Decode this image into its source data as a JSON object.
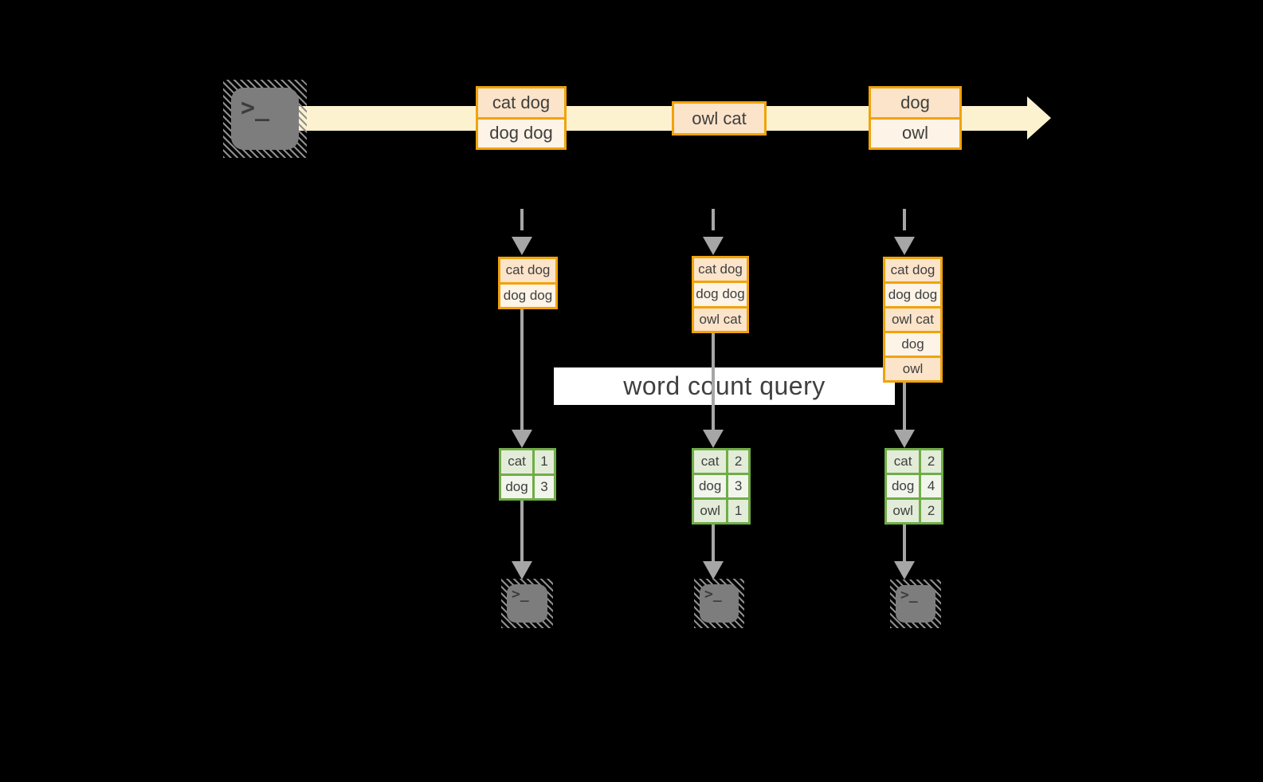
{
  "query_label": "word count query",
  "icons": {
    "terminal_glyph": ">_"
  },
  "colors": {
    "background": "#000000",
    "stream_band": "#FDF2D0",
    "orange_border": "#F0A30A",
    "record_fill_dark": "#FBE4C9",
    "record_fill_light": "#FDF3E6",
    "green_border": "#70AD47",
    "green_fill_dark": "#E2ECD8",
    "green_fill_light": "#F1F5EC",
    "arrow_gray": "#A6A6A6",
    "terminal_gray": "#7D7D7D",
    "text": "#3F3F3F"
  },
  "stream": {
    "records": [
      {
        "lines": [
          "cat dog",
          "dog dog"
        ]
      },
      {
        "lines": [
          "owl cat"
        ]
      },
      {
        "lines": [
          "dog",
          "owl"
        ]
      }
    ]
  },
  "columns": [
    {
      "input_rows": [
        "cat dog",
        "dog dog"
      ],
      "counts": [
        {
          "word": "cat",
          "count": "1"
        },
        {
          "word": "dog",
          "count": "3"
        }
      ]
    },
    {
      "input_rows": [
        "cat dog",
        "dog dog",
        "owl cat"
      ],
      "counts": [
        {
          "word": "cat",
          "count": "2"
        },
        {
          "word": "dog",
          "count": "3"
        },
        {
          "word": "owl",
          "count": "1"
        }
      ]
    },
    {
      "input_rows": [
        "cat dog",
        "dog dog",
        "owl cat",
        "dog",
        "owl"
      ],
      "counts": [
        {
          "word": "cat",
          "count": "2"
        },
        {
          "word": "dog",
          "count": "4"
        },
        {
          "word": "owl",
          "count": "2"
        }
      ]
    }
  ]
}
